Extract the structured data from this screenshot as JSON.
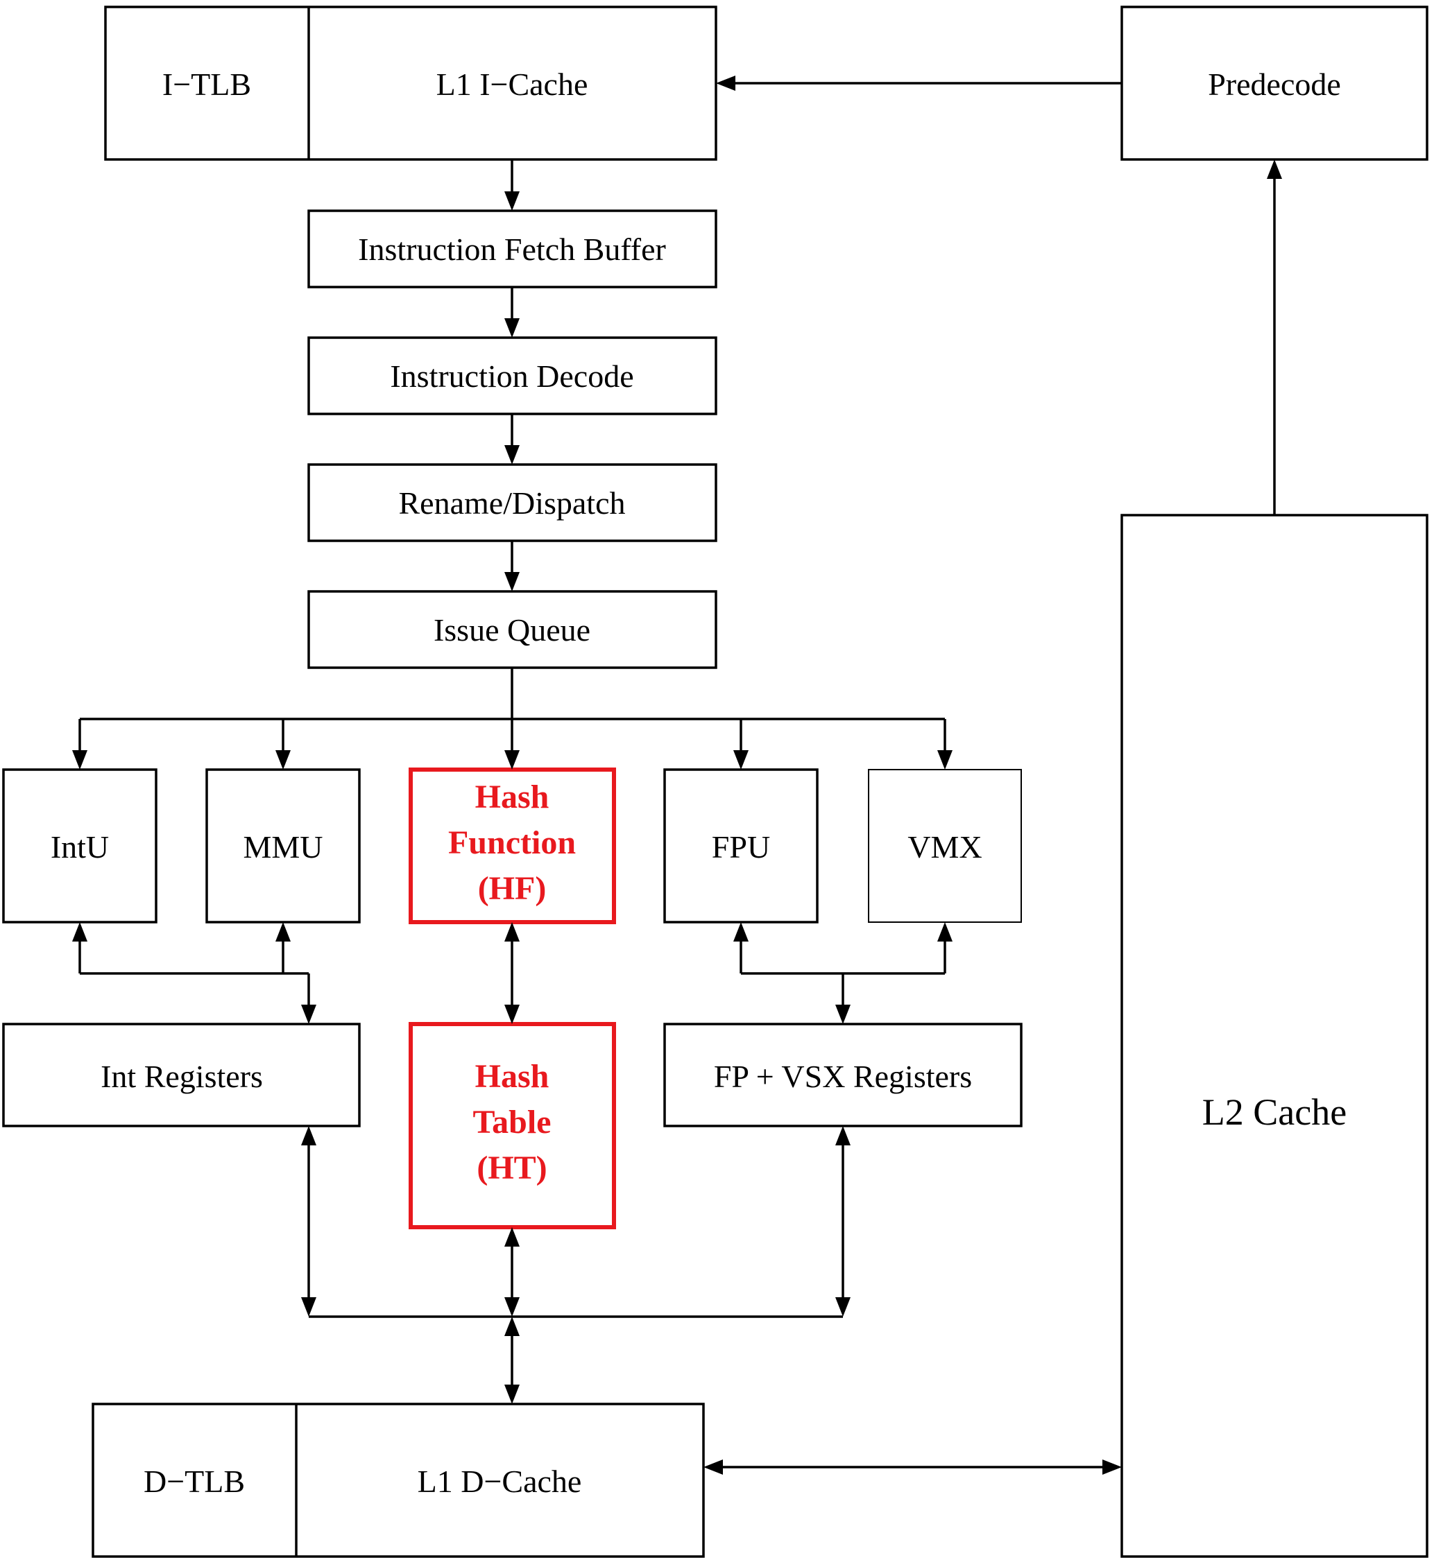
{
  "blocks": {
    "itlb": "I−TLB",
    "l1_icache": "L1 I−Cache",
    "predecode": "Predecode",
    "fetch_buffer": "Instruction Fetch Buffer",
    "decode": "Instruction Decode",
    "rename": "Rename/Dispatch",
    "issue": "Issue Queue",
    "intu": "IntU",
    "mmu": "MMU",
    "fpu": "FPU",
    "vmx": "VMX",
    "int_regs": "Int Registers",
    "fp_vsx_regs": "FP + VSX Registers",
    "l2": "L2 Cache",
    "dtlb": "D−TLB",
    "l1_dcache": "L1 D−Cache"
  },
  "highlighted": {
    "color": "#e8191e",
    "hash_function": [
      "Hash",
      "Function",
      "(HF)"
    ],
    "hash_table": [
      "Hash",
      "Table",
      "(HT)"
    ]
  }
}
